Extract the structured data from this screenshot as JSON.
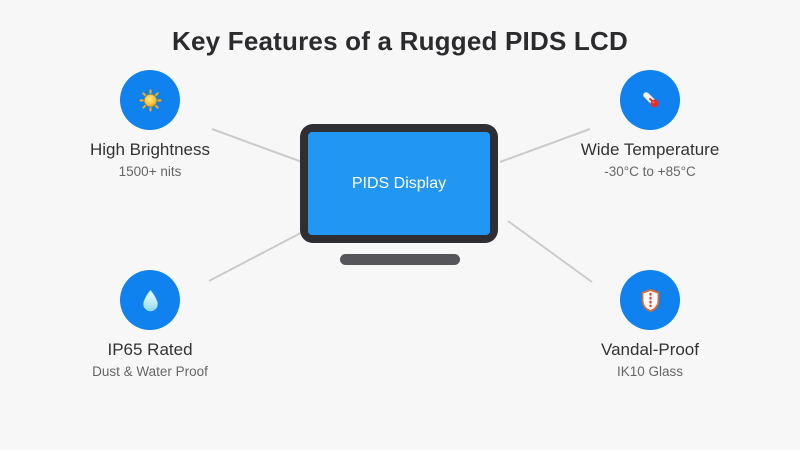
{
  "title": "Key Features of a Rugged PIDS LCD",
  "monitor": {
    "label": "PIDS Display"
  },
  "features": [
    {
      "title": "High Brightness",
      "subtitle": "1500+ nits",
      "icon": "sun-icon"
    },
    {
      "title": "Wide Temperature",
      "subtitle": "-30°C to +85°C",
      "icon": "thermometer-icon"
    },
    {
      "title": "IP65 Rated",
      "subtitle": "Dust & Water Proof",
      "icon": "water-drop-icon"
    },
    {
      "title": "Vandal-Proof",
      "subtitle": "IK10 Glass",
      "icon": "shield-icon"
    }
  ],
  "colors": {
    "background": "#f7f7f8",
    "accent_blue": "#0f82f0",
    "screen_blue": "#2196f3",
    "bezel_dark": "#2e2e33",
    "stand_gray": "#55555a",
    "connector_gray": "#cbcbcb",
    "title_text": "#2b2b2e",
    "feature_title_text": "#333333",
    "feature_subtitle_text": "#666666"
  }
}
